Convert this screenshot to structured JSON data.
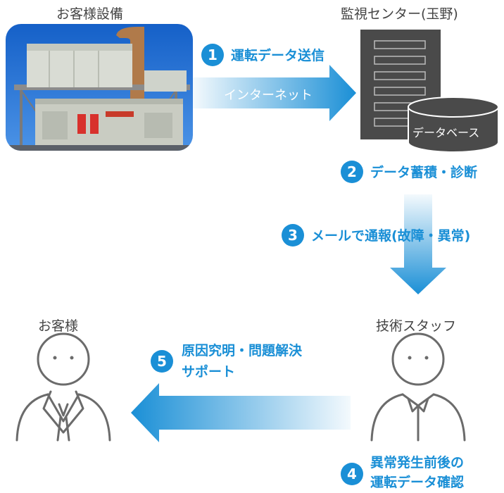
{
  "nodes": {
    "customer_equipment": "お客様設備",
    "monitoring_center": "監視センター(玉野)",
    "database": "データベース",
    "customer": "お客様",
    "technical_staff": "技術スタッフ"
  },
  "connector": {
    "internet": "インターネット"
  },
  "steps": [
    {
      "num": "1",
      "label": "運転データ送信"
    },
    {
      "num": "2",
      "label": "データ蓄積・診断"
    },
    {
      "num": "3",
      "label": "メールで通報(故障・異常)"
    },
    {
      "num": "4",
      "label_line1": "異常発生前後の",
      "label_line2": "運転データ確認"
    },
    {
      "num": "5",
      "label_line1": "原因究明・問題解決",
      "label_line2": "サポート"
    }
  ],
  "colors": {
    "accent_blue": "#1a8fd6",
    "server_dark": "#4a4a4a",
    "person_line": "#6b6b6b"
  }
}
